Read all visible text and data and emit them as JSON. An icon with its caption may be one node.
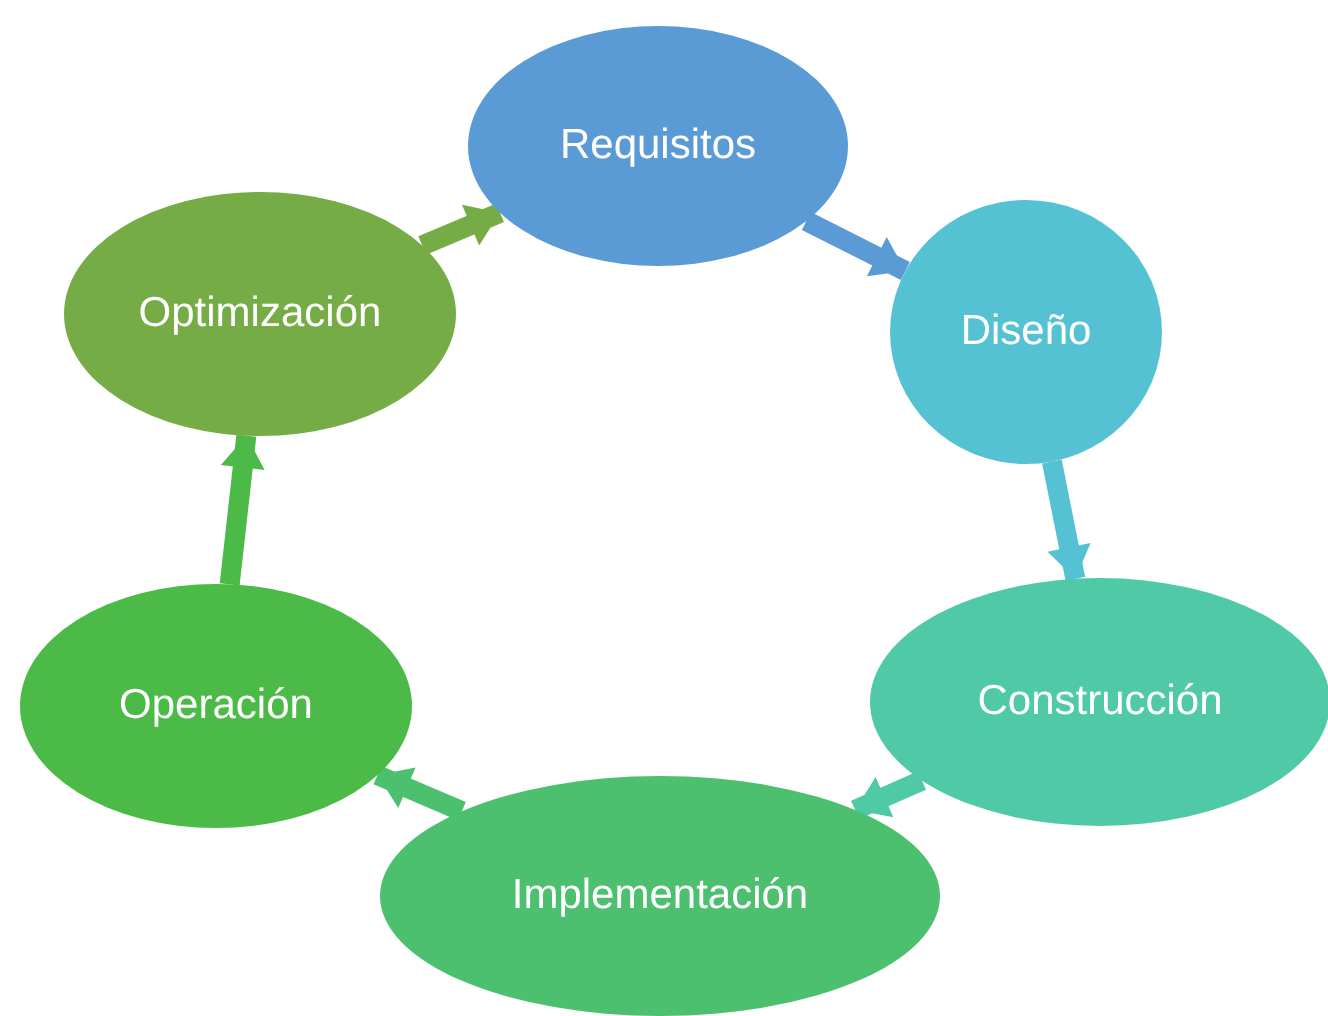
{
  "diagram": {
    "nodes": [
      {
        "text": [
          "Requisitos"
        ]
      },
      {
        "text": [
          "Diseño"
        ]
      },
      {
        "text": [
          "Construcción"
        ]
      },
      {
        "text": [
          "Implementación"
        ]
      },
      {
        "text": [
          "Operación"
        ]
      },
      {
        "text": [
          "Optimización"
        ]
      }
    ],
    "edges": [
      {
        "from": 0,
        "to": 1,
        "arrow": "to",
        "color": "#5b9bd5"
      },
      {
        "from": 1,
        "to": 2,
        "arrow": "to",
        "color": "#55c2d3"
      },
      {
        "from": 2,
        "to": 3,
        "arrow": "to",
        "color": "#4fc9a6"
      },
      {
        "from": 3,
        "to": 4,
        "arrow": "to",
        "color": "#4cc06f"
      },
      {
        "from": 4,
        "to": 5,
        "arrow": "to",
        "color": "#4cba47"
      },
      {
        "from": 5,
        "to": 0,
        "arrow": "to",
        "color": "#76ac45"
      }
    ]
  }
}
